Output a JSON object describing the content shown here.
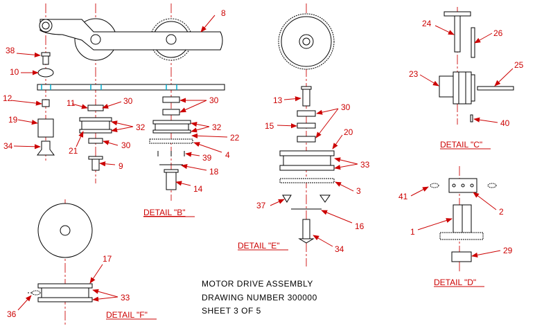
{
  "title_block": {
    "line1": "MOTOR DRIVE ASSEMBLY",
    "line2": "DRAWING NUMBER 300000",
    "line3": "SHEET 3 OF 5"
  },
  "details": {
    "b": "DETAIL \"B\"",
    "c": "DETAIL \"C\"",
    "d": "DETAIL \"D\"",
    "e": "DETAIL \"E\"",
    "f": "DETAIL \"F\""
  },
  "balloons": {
    "b8": "8",
    "b38": "38",
    "b10": "10",
    "b12": "12",
    "b19": "19",
    "b34a": "34",
    "b11": "11",
    "b30a": "30",
    "b32a": "32",
    "b21": "21",
    "b30b": "30",
    "b9": "9",
    "b30c": "30",
    "b32b": "32",
    "b22": "22",
    "b4": "4",
    "b39": "39",
    "b18": "18",
    "b14": "14",
    "b13": "13",
    "b30d": "30",
    "b15": "15",
    "b20": "20",
    "b33a": "33",
    "b3": "3",
    "b37": "37",
    "b16": "16",
    "b34b": "34",
    "b24": "24",
    "b26": "26",
    "b23": "23",
    "b25": "25",
    "b40": "40",
    "b41": "41",
    "b2": "2",
    "b1": "1",
    "b29": "29",
    "b17": "17",
    "b33b": "33",
    "b36": "36"
  },
  "colors": {
    "leader": "#cc0000",
    "centerline": "#d02020",
    "outline": "#000000",
    "accent": "#00aacc"
  }
}
